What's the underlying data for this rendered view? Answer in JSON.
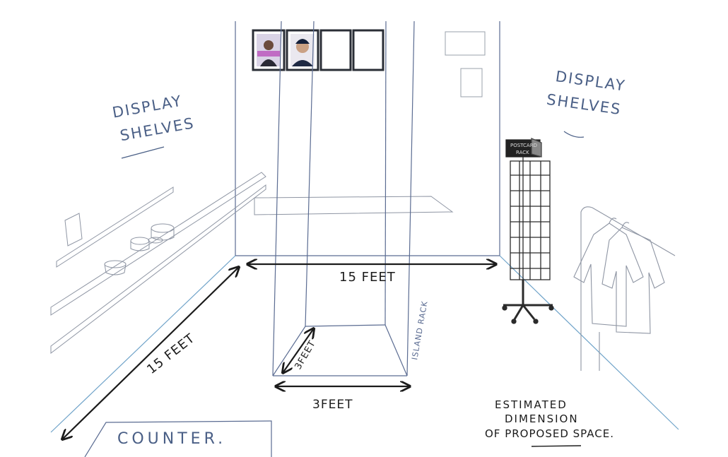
{
  "labels": {
    "display_shelves_left": [
      "DISPLAY",
      "SHELVES"
    ],
    "display_shelves_right": [
      "DISPLAY",
      "SHELVES"
    ],
    "counter": "COUNTER.",
    "dim_back_wall": "15 FEET",
    "dim_side_wall": "15 FEET",
    "dim_island_width": "3FEET",
    "dim_island_depth": "3FEET",
    "island_rack": "ISLAND RACK",
    "postcard_sign": [
      "POSTCARD",
      "RACK"
    ],
    "estimate_note": [
      "ESTIMATED",
      "DIMENSION",
      "OF PROPOSED SPACE."
    ]
  },
  "colors": {
    "pencil": "#7f8796",
    "wall_line": "#5b6c92",
    "blue_ink": "#4a5f86",
    "black_ink": "#1b1b1b",
    "frame": "#2a2e36",
    "rack": "#2b2b2b"
  },
  "icons": {
    "dimension_arrow": "double-headed-arrow",
    "clothes": "shirt-on-hanger-icon",
    "photo": "portrait-photo-icon"
  }
}
